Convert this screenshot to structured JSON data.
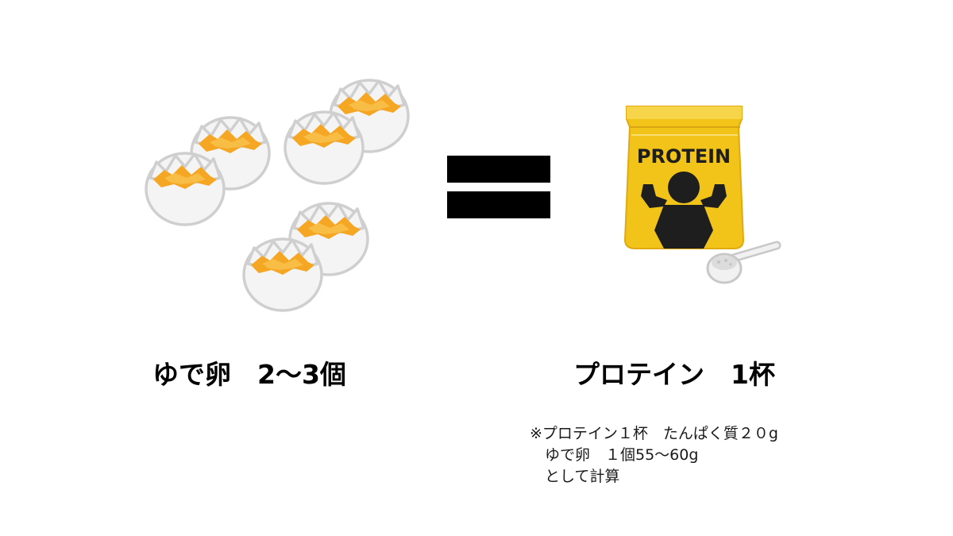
{
  "left_caption": "ゆで卵　2～3個",
  "right_caption": "プロテイン　1杯",
  "pouch_label": "PROTEIN",
  "note_lines": [
    "※プロテイン１杯　たんぱく質２０g",
    "　ゆで卵　１個55～60g",
    "　として計算"
  ],
  "colors": {
    "egg_shell": "#f2f2f2",
    "egg_outline": "#c8c8c8",
    "yolk": "#f5a623",
    "pouch": "#f2c318",
    "silhouette": "#1e1e1e",
    "equals": "#000000"
  },
  "icons": [
    "cracked-egg-icon",
    "equals-sign-icon",
    "protein-pouch-icon",
    "scoop-icon"
  ]
}
